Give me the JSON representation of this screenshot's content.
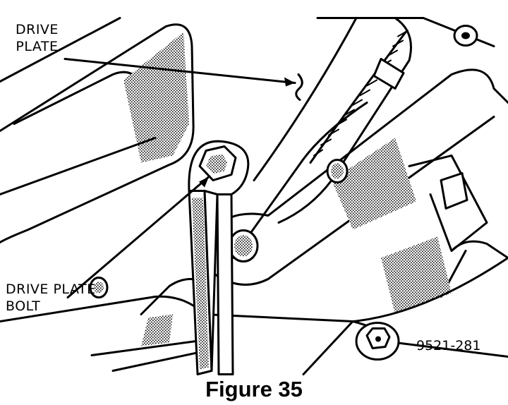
{
  "labels": {
    "drive_plate_line1": "DRIVE",
    "drive_plate_line2": "PLATE",
    "drive_plate_bolt_line1": "DRIVE PLATE",
    "drive_plate_bolt_line2": "BOLT"
  },
  "figure_number": "9521-281",
  "caption": "Figure 35",
  "colors": {
    "ink": "#000000",
    "paper": "#ffffff"
  }
}
